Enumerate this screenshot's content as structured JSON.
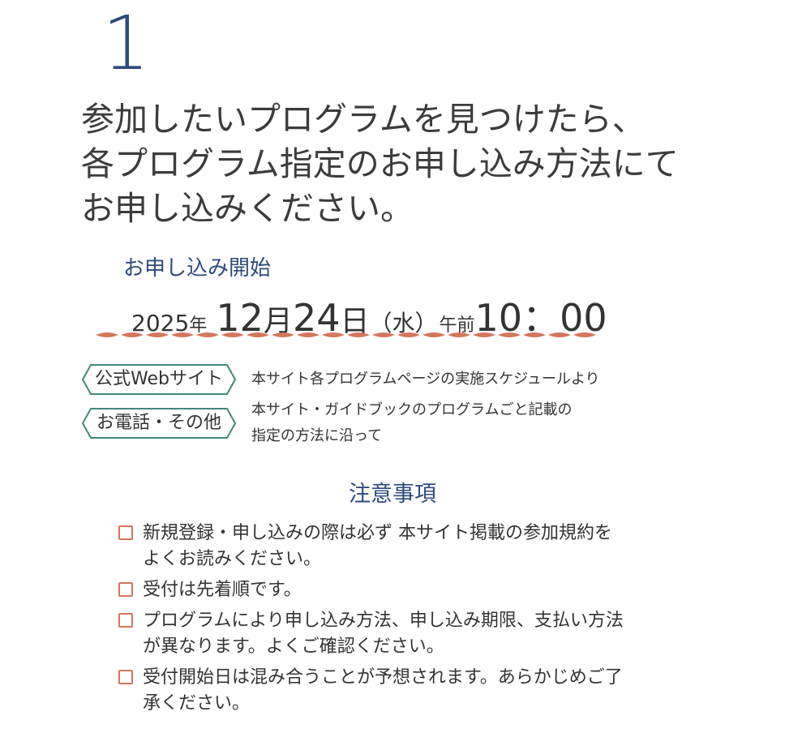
{
  "step": {
    "number": "1"
  },
  "headline": {
    "lines": [
      "参加したいプログラムを見つけたら、",
      "各プログラム指定のお申し込み方法にて",
      "お申し込みください。"
    ]
  },
  "start": {
    "label": "お申し込み開始",
    "year": "2025",
    "year_unit": "年",
    "month": "12",
    "month_unit": "月",
    "day": "24",
    "day_unit": "日",
    "weekday": "（水）",
    "ampm": "午前",
    "time": "10：00"
  },
  "methods": [
    {
      "tag": "公式Webサイト",
      "description_lines": [
        "本サイト各プログラムページの実施スケジュールより"
      ]
    },
    {
      "tag": "お電話・その他",
      "description_lines": [
        "本サイト・ガイドブックのプログラムごと記載の",
        "指定の方法に沿って"
      ]
    }
  ],
  "notes": {
    "title": "注意事項",
    "items": [
      {
        "lines": [
          "新規登録・申し込みの際は必ず 本サイト掲載の参加規約を",
          "よくお読みください。"
        ]
      },
      {
        "lines": [
          "受付は先着順です。"
        ]
      },
      {
        "lines": [
          "プログラムにより申し込み方法、申し込み期限、支払い方法",
          "が異なります。よくご確認ください。"
        ]
      },
      {
        "lines": [
          "受付開始日は混み合うことが予想されます。あらかじめご了",
          "承ください。"
        ]
      }
    ]
  },
  "colors": {
    "accent_navy": "#2e4a7d",
    "tag_border_green": "#3f8a7a",
    "wave_orange": "#d4775a",
    "checkbox_orange": "#d4775a",
    "text": "#333333"
  }
}
